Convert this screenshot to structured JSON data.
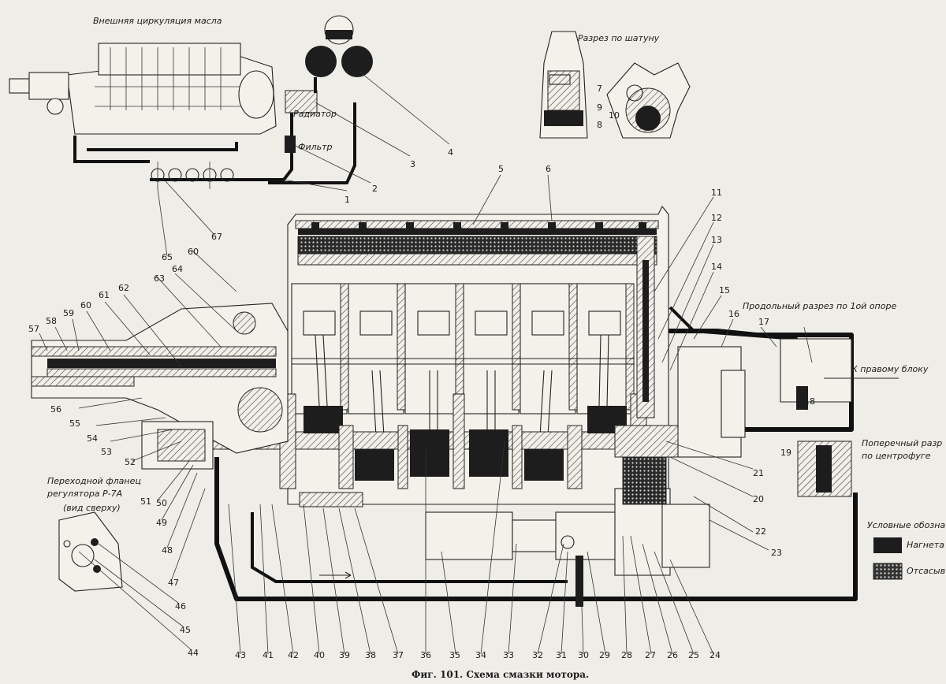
{
  "titles": {
    "external_circulation": "Внешняя циркуляция масла",
    "connecting_rod_section": "Разрез по шатуну",
    "radiator": "Радиатор",
    "filter": "Фильтр",
    "longitudinal_section": "Продольный разрез по 1ой опоре",
    "to_right_block": "К правому блоку",
    "cross_section_line1": "Поперечный разр",
    "cross_section_line2": "по центрофуге",
    "flange_line1": "Переходной фланец",
    "flange_line2": "регулятора Р-7А",
    "flange_line3": "(вид сверху)",
    "legend_title": "Условные обозначе",
    "legend_pressure": "Нагнета масла",
    "legend_suction": "Отсасыв масла",
    "caption": "Фиг. 101. Схема смазки мотора."
  },
  "callouts": {
    "n1": "1",
    "n2": "2",
    "n3": "3",
    "n4": "4",
    "n5": "5",
    "n6": "6",
    "n7": "7",
    "n8": "8",
    "n9": "9",
    "n10": "10",
    "n11": "11",
    "n12": "12",
    "n13": "13",
    "n14": "14",
    "n15": "15",
    "n16": "16",
    "n17": "17",
    "n18": "18",
    "n19": "19",
    "n20": "20",
    "n21": "21",
    "n22": "22",
    "n23": "23",
    "n24": "24",
    "n25": "25",
    "n26": "26",
    "n27": "27",
    "n28": "28",
    "n29": "29",
    "n30": "30",
    "n31": "31",
    "n32": "32",
    "n33": "33",
    "n34": "34",
    "n35": "35",
    "n36": "36",
    "n37": "37",
    "n38": "38",
    "n39": "39",
    "n40": "40",
    "n41": "41",
    "n42": "42",
    "n43": "43",
    "n44": "44",
    "n45": "45",
    "n46": "46",
    "n47": "47",
    "n48": "48",
    "n49": "49",
    "n50": "50",
    "n51": "51",
    "n52": "52",
    "n53": "53",
    "n54": "54",
    "n55": "55",
    "n56": "56",
    "n57": "57",
    "n58": "58",
    "n59": "59",
    "n60": "60",
    "n60b": "60",
    "n61": "61",
    "n62": "62",
    "n63": "63",
    "n64": "64",
    "n65": "65",
    "n67": "67"
  },
  "colors": {
    "paper": "#efede7",
    "ink": "#1b1b1b",
    "pressure_oil": "#1d1d1d",
    "suction_oil": "#6b6b6b"
  }
}
